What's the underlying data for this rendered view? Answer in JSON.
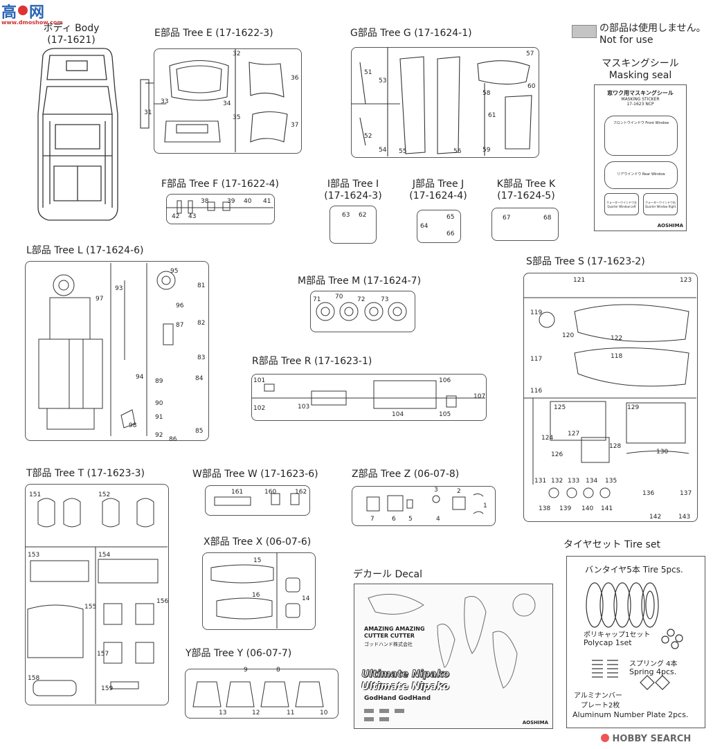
{
  "watermark_top": {
    "cn": "高",
    "brand": "网",
    "url": "www.dmoshow.com"
  },
  "watermark_bottom": {
    "logo": "HOBBY SEARCH"
  },
  "legend": {
    "jp": "の部品は使用しません。",
    "en": "Not for use",
    "swatch_color": "#c4c4c4"
  },
  "masking": {
    "title_jp": "マスキングシール",
    "title_en": "Masking seal",
    "sheet_title": "窓ワク用マスキングシール",
    "sheet_sub": "MASKING STICKER",
    "sheet_code": "17-1623 NCP",
    "front": "フロントウインドウ Front Window",
    "rear": "リアウインドウ Rear Window",
    "ql": "クォーターウインドウ左 Quarter Window Left",
    "qr": "クォーターウインドウ右 Quarter Window Right",
    "brand": "AOSHIMA"
  },
  "trees": {
    "body": {
      "line1": "ボディ Body",
      "line2": "(17-1621)"
    },
    "e": {
      "label": "E部品 Tree E (17-1622-3)",
      "nums": [
        "32",
        "36",
        "34",
        "33",
        "35",
        "31",
        "37"
      ]
    },
    "g": {
      "label": "G部品 Tree G (17-1624-1)",
      "nums": [
        "51",
        "57",
        "53",
        "60",
        "58",
        "61",
        "52",
        "54",
        "55",
        "56",
        "59"
      ]
    },
    "f": {
      "label": "F部品 Tree F (17-1622-4)",
      "nums": [
        "38",
        "39",
        "40",
        "41",
        "42",
        "43"
      ]
    },
    "i": {
      "line1": "I部品 Tree I",
      "line2": "(17-1624-3)",
      "nums": [
        "63",
        "62"
      ]
    },
    "j": {
      "line1": "J部品 Tree J",
      "line2": "(17-1624-4)",
      "nums": [
        "65",
        "64",
        "66"
      ]
    },
    "k": {
      "line1": "K部品 Tree K",
      "line2": "(17-1624-5)",
      "nums": [
        "67",
        "68"
      ]
    },
    "l": {
      "label": "L部品 Tree L (17-1624-6)",
      "nums": [
        "97",
        "93",
        "95",
        "81",
        "96",
        "82",
        "87",
        "83",
        "94",
        "89",
        "84",
        "90",
        "91",
        "92",
        "98",
        "85",
        "86"
      ]
    },
    "m": {
      "label": "M部品 Tree M (17-1624-7)",
      "nums": [
        "71",
        "70",
        "72",
        "73"
      ]
    },
    "s": {
      "label": "S部品 Tree S (17-1623-2)",
      "nums": [
        "121",
        "123",
        "119",
        "120",
        "122",
        "117",
        "118",
        "116",
        "125",
        "124",
        "130",
        "126",
        "127",
        "128",
        "129",
        "131",
        "132",
        "133",
        "134",
        "135",
        "136",
        "137",
        "138",
        "139",
        "140",
        "141",
        "142",
        "143"
      ]
    },
    "r": {
      "label": "R部品 Tree R (17-1623-1)",
      "nums": [
        "101",
        "106",
        "102",
        "103",
        "104",
        "105",
        "107"
      ]
    },
    "t": {
      "label": "T部品 Tree T (17-1623-3)",
      "nums": [
        "151",
        "152",
        "153",
        "154",
        "155",
        "156",
        "157",
        "158",
        "159"
      ]
    },
    "w": {
      "label": "W部品 Tree W (17-1623-6)",
      "nums": [
        "161",
        "160",
        "162"
      ]
    },
    "z": {
      "label": "Z部品 Tree Z (06-07-8)",
      "nums": [
        "3",
        "2",
        "1",
        "7",
        "6",
        "5",
        "4"
      ]
    },
    "x": {
      "label": "X部品 Tree X (06-07-6)",
      "nums": [
        "15",
        "16",
        "14"
      ]
    },
    "y": {
      "label": "Y部品 Tree Y (06-07-7)",
      "nums": [
        "9",
        "8",
        "13",
        "12",
        "11",
        "10"
      ]
    }
  },
  "decal": {
    "label": "デカール Decal",
    "line_a": "AMAZING AMAZING",
    "line_b": "CUTTER CUTTER",
    "line_c": "ゴッドハンド株式会社",
    "logo1": "Ultimate Nipako",
    "logo2": "Ultimate Nipako",
    "logo3": "GodHand GodHand",
    "brand": "AOSHIMA"
  },
  "tireset": {
    "title": "タイヤセット Tire set",
    "tire": "バンタイヤ5本 Tire 5pcs.",
    "poly_jp": "ポリキャップ1セット",
    "poly_en": "Polycap 1set",
    "spring_jp": "スプリング 4本",
    "spring_en": "Spring 4pcs.",
    "plate_jp1": "アルミナンバー",
    "plate_jp2": "プレート2枚",
    "plate_en": "Aluminum Number Plate 2pcs."
  }
}
